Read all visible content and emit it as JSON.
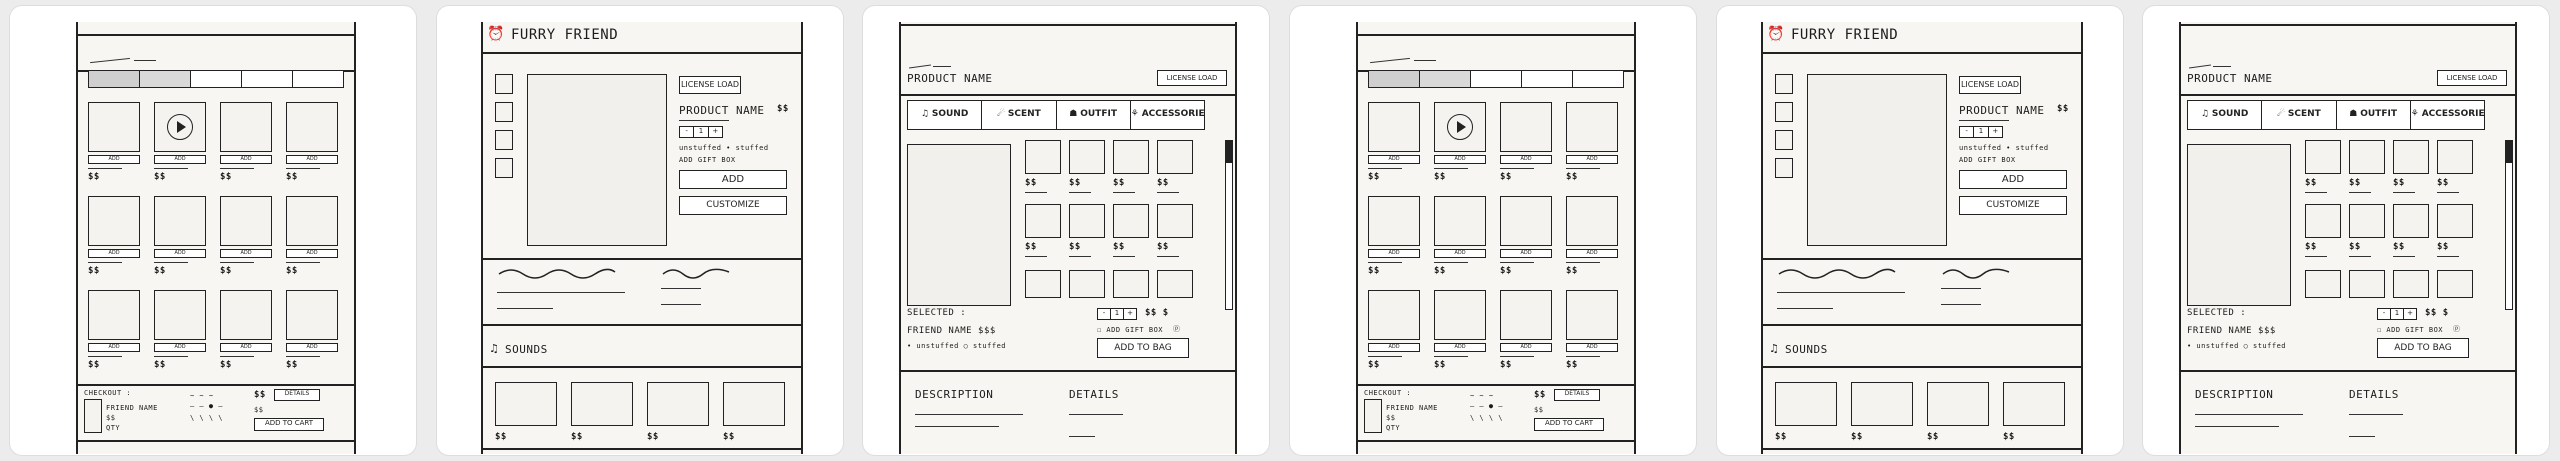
{
  "catalog": {
    "tab_row": [
      "",
      "",
      "",
      "",
      ""
    ],
    "add_label": "ADD",
    "price": "$$",
    "checkout_label": "CHECKOUT :",
    "friend_name": "FRIEND NAME",
    "price_small": "$$",
    "qty": "QTY",
    "details_button": "DETAILS",
    "total": "$$",
    "total2": "$$",
    "add_to_cart": "ADD TO CART"
  },
  "detail": {
    "brand": "FURRY FRIEND",
    "license_button": "LICENSE LOAD",
    "product_name": "PRODUCT NAME",
    "price": "$$",
    "qty_minus": "-",
    "qty_value": "1",
    "qty_plus": "+",
    "option_1": "unstuffed  • stuffed",
    "option_2": "ADD GIFT BOX",
    "add_button": "ADD",
    "customize_button": "CUSTOMIZE",
    "sounds_heading": "SOUNDS",
    "sound_price": "$$"
  },
  "custom": {
    "product_name": "PRODUCT NAME",
    "license_button": "LICENSE LOAD",
    "tabs": [
      "SOUND",
      "SCENT",
      "OUTFIT",
      "ACCESSORIES"
    ],
    "price": "$$",
    "selected_label": "SELECTED :",
    "friend_name": "FRIEND NAME $$$",
    "stuffed_options": "• unstuffed   ○ stuffed",
    "qty_minus": "-",
    "qty_value": "1",
    "qty_plus": "+",
    "total_price": "$$ $",
    "gift_box": "☐ ADD GIFT BOX",
    "add_to_bag": "ADD TO BAG",
    "description": "DESCRIPTION",
    "details": "DETAILS"
  },
  "colors": {
    "card": "#ffffff",
    "sheet": "#f7f6f3",
    "ink": "#222222",
    "backdrop": "#ececec"
  }
}
